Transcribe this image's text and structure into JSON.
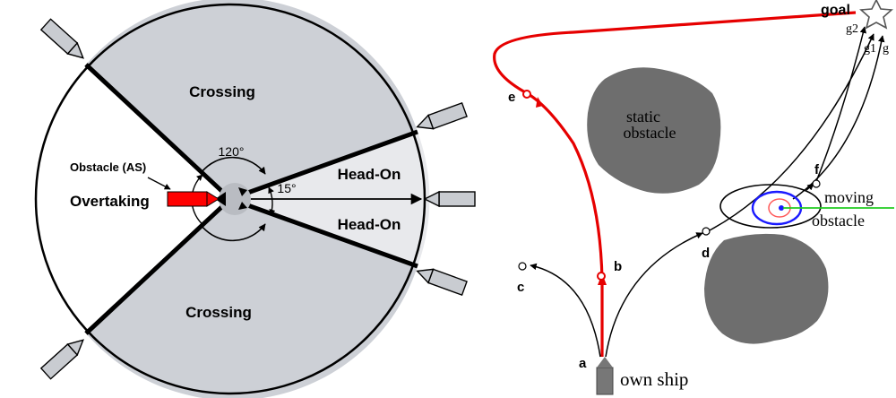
{
  "left_diagram": {
    "sectors": {
      "crossing_top": "Crossing",
      "crossing_bottom": "Crossing",
      "head_on_upper": "Head-On",
      "head_on_lower": "Head-On"
    },
    "obstacle_label": "Obstacle (AS)",
    "overtaking_label": "Overtaking",
    "angle_120": "120°",
    "angle_15": "15°"
  },
  "right_diagram": {
    "goal_label": "goal",
    "goal_subpoints": [
      "g2",
      "g1",
      "g"
    ],
    "static_obstacle_line1": "static",
    "static_obstacle_line2": "obstacle",
    "moving_obstacle_line1": "moving",
    "moving_obstacle_line2": "obstacle",
    "own_ship_label": "own ship",
    "points": {
      "a": "a",
      "b": "b",
      "c": "c",
      "d": "d",
      "e": "e",
      "f": "f"
    }
  },
  "colors": {
    "sector_gray": "#cdd0d6",
    "overtaking_red": "#ff0000",
    "path_red": "#e60000",
    "obstacle_gray": "#6e6e6e",
    "moving_blue": "#1a1aff",
    "incoming_green": "#22cc22"
  }
}
